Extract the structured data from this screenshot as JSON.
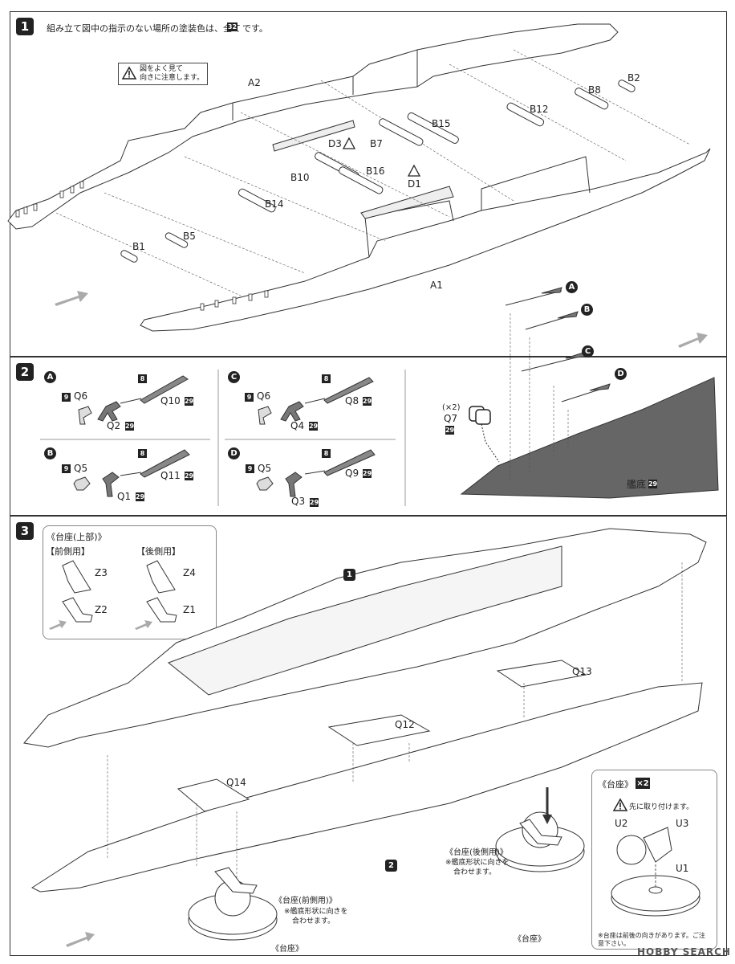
{
  "step1": {
    "number": "1",
    "instruction_pre": "組み立て図中の指示のない場所の塗装色は、全て",
    "color_code": "32",
    "instruction_post": "です。",
    "warning": [
      "図をよく見て",
      "向きに注意します。"
    ],
    "parts": {
      "A2": "A2",
      "A1": "A1",
      "B2": "B2",
      "B8": "B8",
      "B12": "B12",
      "B15": "B15",
      "B7": "B7",
      "D3": "D3",
      "B16": "B16",
      "D1": "D1",
      "B10": "B10",
      "B14": "B14",
      "B5": "B5",
      "B1": "B1"
    }
  },
  "step2": {
    "number": "2",
    "groups": [
      {
        "letter": "A",
        "q_small": "Q6",
        "q_small_code": "9",
        "rod_code": "8",
        "blade": "Q10",
        "blade_code": "29",
        "bracket": "Q2",
        "bracket_code": "29"
      },
      {
        "letter": "C",
        "q_small": "Q6",
        "q_small_code": "9",
        "rod_code": "8",
        "blade": "Q8",
        "blade_code": "29",
        "bracket": "Q4",
        "bracket_code": "29"
      },
      {
        "letter": "B",
        "q_small": "Q5",
        "q_small_code": "9",
        "rod_code": "8",
        "blade": "Q11",
        "blade_code": "29",
        "bracket": "Q1",
        "bracket_code": "29"
      },
      {
        "letter": "D",
        "q_small": "Q5",
        "q_small_code": "9",
        "rod_code": "8",
        "blade": "Q9",
        "blade_code": "29",
        "bracket": "Q3",
        "bracket_code": "29"
      }
    ],
    "q7_count": "(×2)",
    "q7": "Q7",
    "q7_code": "29",
    "hull_bottom": "艦底",
    "hull_bottom_code": "29",
    "hull_letters": [
      "A",
      "B",
      "C",
      "D"
    ]
  },
  "step3": {
    "number": "3",
    "stand_upper_title": "《台座(上部)》",
    "front_label": "【前側用】",
    "rear_label": "【後側用】",
    "front_parts": [
      "Z3",
      "Z2"
    ],
    "rear_parts": [
      "Z4",
      "Z1"
    ],
    "ref_step1": "1",
    "ref_step2": "2",
    "q13": "Q13",
    "q12": "Q12",
    "q14": "Q14",
    "rear_stand_title": "《台座(後側用)》",
    "rear_stand_note": [
      "※艦底形状に向きを",
      "合わせます。"
    ],
    "front_stand_title": "《台座(前側用)》",
    "front_stand_note": [
      "※艦底形状に向きを",
      "合わせます。"
    ],
    "stand_label_left": "《台座》",
    "stand_label_right": "《台座》",
    "base_inset_title": "《台座》",
    "base_inset_count": "×2",
    "base_inset_warning": "先に取り付けます。",
    "u_parts": [
      "U2",
      "U3",
      "U1"
    ],
    "base_note": "※台座は前後の向きがあります。ご注意下さい。",
    "watermark": "HOBBY SEARCH"
  }
}
